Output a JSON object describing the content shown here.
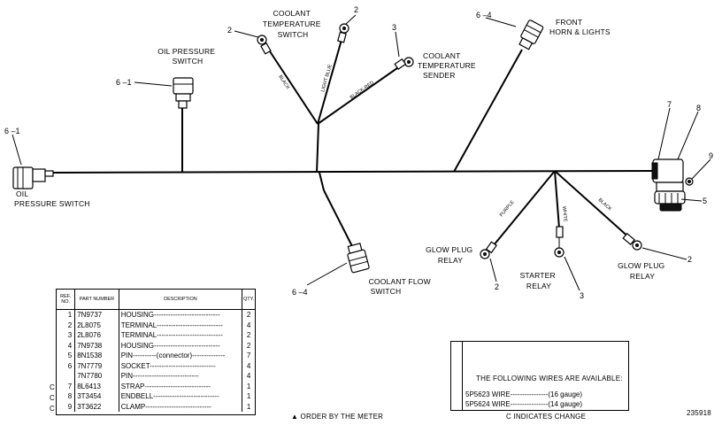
{
  "labels": {
    "oil_pressure_switch_top": [
      "OIL PRESSURE",
      "SWITCH"
    ],
    "oil_pressure_switch_left": [
      "OIL",
      "PRESSURE SWITCH"
    ],
    "coolant_temp_switch": [
      "COOLANT",
      "TEMPERATURE",
      "SWITCH"
    ],
    "coolant_temp_sender": [
      "COOLANT",
      "TEMPERATURE",
      "SENDER"
    ],
    "front_horn_lights": [
      "FRONT",
      "HORN & LIGHTS"
    ],
    "coolant_flow_switch": [
      "COOLANT FLOW",
      "SWITCH"
    ],
    "glow_plug_relay_left": [
      "GLOW PLUG",
      "RELAY"
    ],
    "starter_relay": [
      "STARTER",
      "RELAY"
    ],
    "glow_plug_relay_right": [
      "GLOW PLUG",
      "RELAY"
    ]
  },
  "wire_colors": {
    "black": "BLACK",
    "light_blue": "LIGHT BLUE",
    "black_red": "BLACK-RED",
    "purple": "PURPLE",
    "white": "WHITE",
    "black2": "BLACK"
  },
  "callouts": {
    "c6_1_left": "6 –1",
    "c6_1_top": "6 –1",
    "c2_a": "2",
    "c2_b": "2",
    "c3_a": "3",
    "c6_4_top": "6 –4",
    "c7": "7",
    "c8": "8",
    "c9": "9",
    "c5": "5",
    "c2_right": "2",
    "c6_4_bottom": "6 –4",
    "c2_bottom": "2",
    "c3_bottom": "3"
  },
  "parts_table": {
    "headers": [
      "REF. NO.",
      "PART NUMBER",
      "DESCRIPTION",
      "QTY."
    ],
    "rows": [
      {
        "ref": "1",
        "pn": "7N9737",
        "desc": "HOUSING",
        "qty": "2"
      },
      {
        "ref": "2",
        "pn": "2L8075",
        "desc": "TERMINAL",
        "qty": "4"
      },
      {
        "ref": "3",
        "pn": "2L8076",
        "desc": "TERMINAL",
        "qty": "2"
      },
      {
        "ref": "4",
        "pn": "7N9738",
        "desc": "HOUSING",
        "qty": "2"
      },
      {
        "ref": "5",
        "pn": "8N1538",
        "desc": "PIN----------(connector)",
        "qty": "7"
      },
      {
        "ref": "6",
        "pn": "7N7779",
        "desc": "SOCKET",
        "qty": "4"
      },
      {
        "ref": "",
        "pn": "7N7780",
        "desc": "PIN",
        "qty": "4"
      },
      {
        "ref": "7",
        "pn": "8L6413",
        "desc": "STRAP",
        "qty": "1"
      },
      {
        "ref": "8",
        "pn": "3T3454",
        "desc": "ENDBELL",
        "qty": "1"
      },
      {
        "ref": "9",
        "pn": "3T3622",
        "desc": "CLAMP",
        "qty": "1"
      }
    ],
    "c_marks": [
      "C",
      "C",
      "C"
    ]
  },
  "wires_box": {
    "title": "THE FOLLOWING WIRES ARE AVAILABLE:",
    "rows": [
      {
        "pn": "5P5623",
        "desc": "WIRE",
        "gauge": "(16 gauge)"
      },
      {
        "pn": "5P5624",
        "desc": "WIRE",
        "gauge": "(14 gauge)"
      }
    ]
  },
  "footnotes": {
    "order_by_meter": "▲ ORDER BY THE METER",
    "c_indicates_change": "C INDICATES CHANGE",
    "figure_number": "235918"
  }
}
